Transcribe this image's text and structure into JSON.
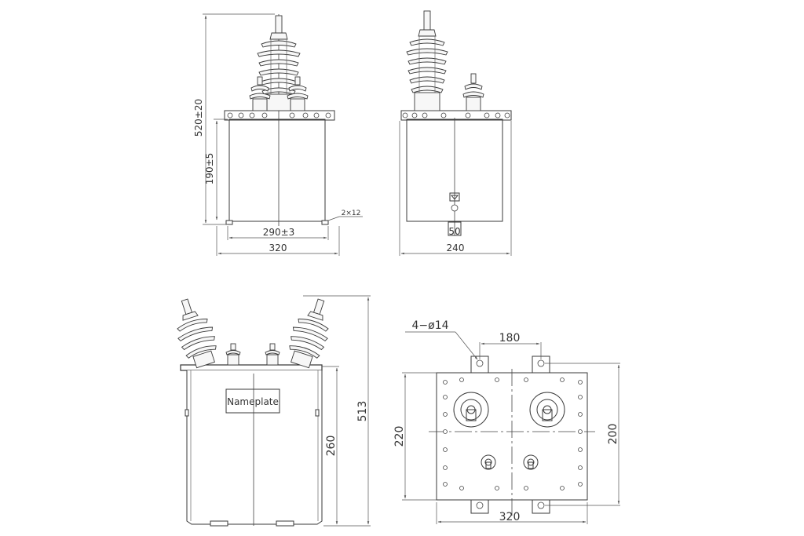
{
  "front_view": {
    "total_height": "520±20",
    "tank_height": "190±5",
    "foot_label": "2×12",
    "base_span": "290±3",
    "width": "320"
  },
  "side_view": {
    "width": "240",
    "terminal_label": "50"
  },
  "iso_view": {
    "nameplate": "Nameplate",
    "total_height": "513",
    "tank_height": "260"
  },
  "plan_view": {
    "holes": "4−ø14",
    "hole_spacing": "180",
    "depth": "220",
    "hole_depth": "200",
    "width": "320"
  }
}
